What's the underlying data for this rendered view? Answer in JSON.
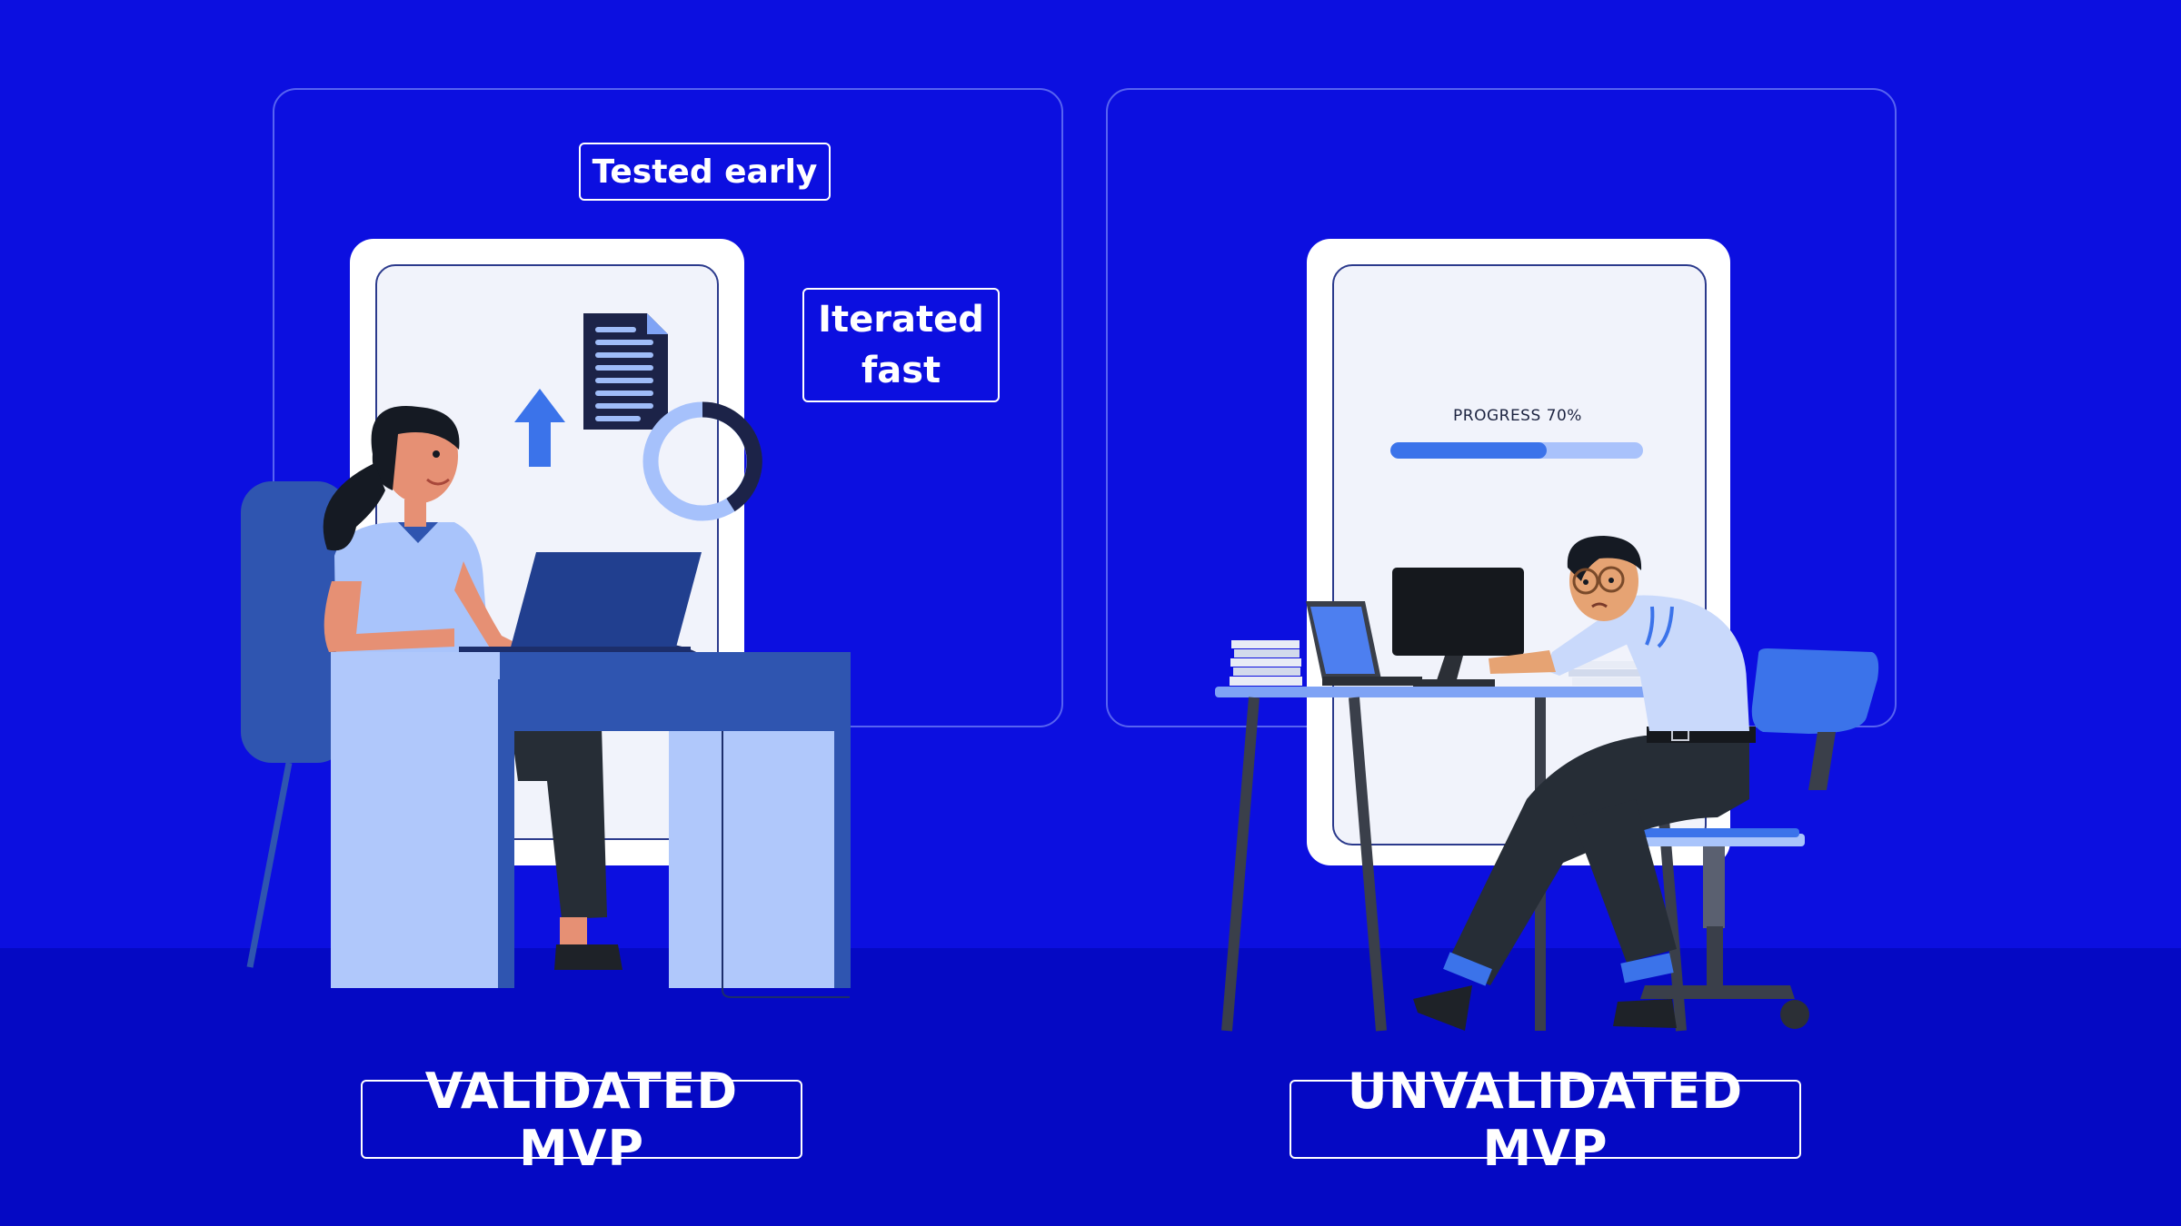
{
  "left": {
    "tag_top": "Tested early",
    "tag_side": "Iterated fast",
    "bottom_label": "VALIDATED MVP"
  },
  "right": {
    "progress": {
      "label": "PROGRESS 70%",
      "value": 0.62
    },
    "bottom_label": "UNVALIDATED MVP"
  },
  "colors": {
    "background": "#0c0fe0",
    "floor": "#0509c4",
    "accent_blue": "#3b73ea",
    "light_blue": "#b0c8fb",
    "desk_blue": "#2f55b0"
  }
}
